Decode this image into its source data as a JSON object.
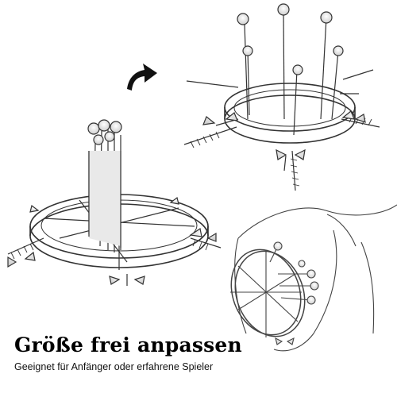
{
  "caption": {
    "title": "Größe frei anpassen",
    "subtitle": "Geeignet für Anfänger oder erfahrene Spieler"
  },
  "illustrations": [
    {
      "name": "ring-device-closed-sketch"
    },
    {
      "name": "ring-device-open-sketch"
    },
    {
      "name": "ring-device-usage-sketch"
    }
  ],
  "icon": "curved-arrow-icon"
}
